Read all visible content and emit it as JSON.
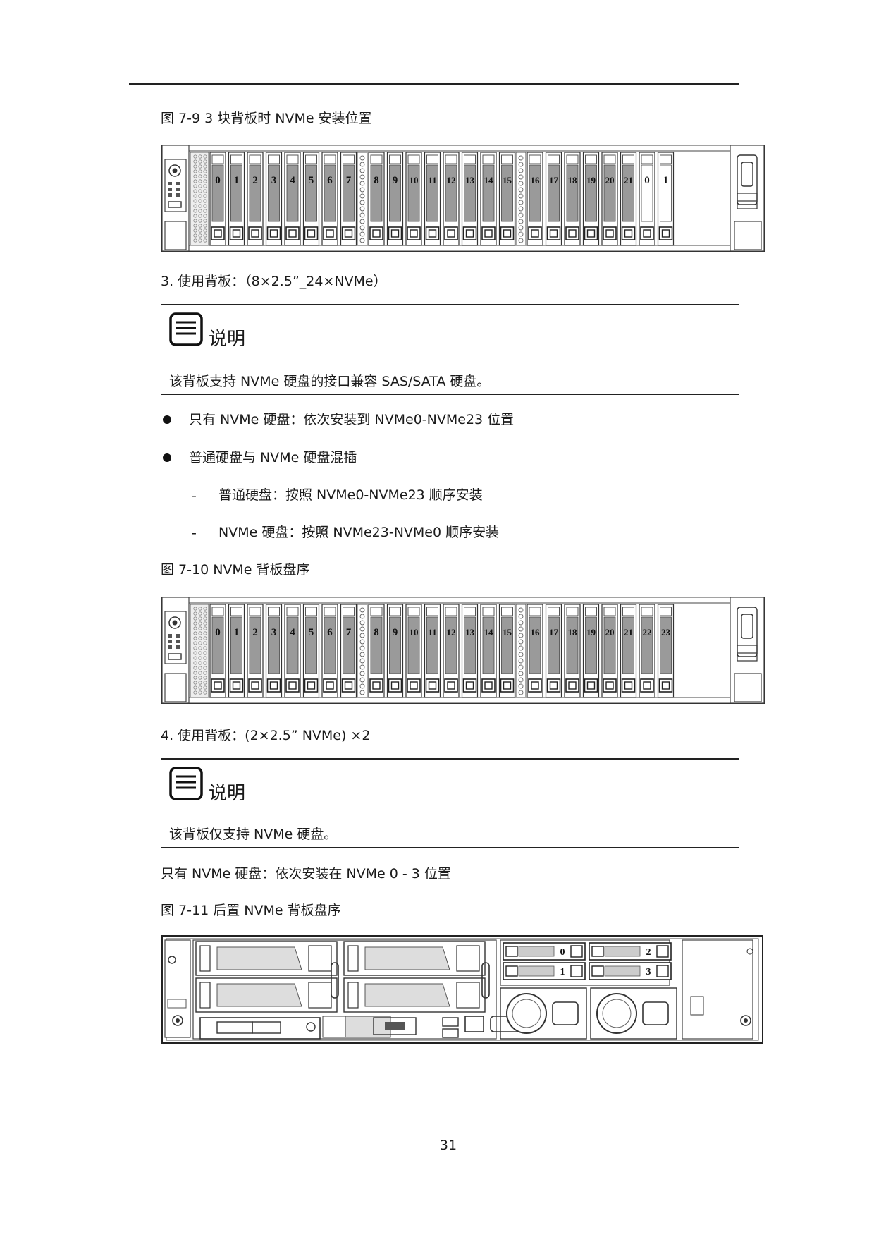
{
  "figure_1": {
    "caption": "图 7-9 3 块背板时 NVMe 安装位置",
    "bay_labels": [
      "0",
      "1",
      "2",
      "3",
      "4",
      "5",
      "6",
      "7",
      "8",
      "9",
      "10",
      "11",
      "12",
      "13",
      "14",
      "15",
      "16",
      "17",
      "18",
      "19",
      "20",
      "21",
      "0",
      "1"
    ],
    "highlighted_bays": [
      22,
      23
    ]
  },
  "section_3": {
    "heading": "3.    使用背板：（8×2.5”_24×NVMe）",
    "note_title": "说明",
    "note_text": "该背板支持 NVMe 硬盘的接口兼容 SAS/SATA 硬盘。",
    "bullets": [
      "只有 NVMe 硬盘：依次安装到 NVMe0-NVMe23 位置",
      "普通硬盘与 NVMe 硬盘混插"
    ],
    "sub_items": [
      "普通硬盘：按照 NVMe0-NVMe23 顺序安装",
      "NVMe 硬盘：按照 NVMe23-NVMe0 顺序安装"
    ],
    "dash": "-"
  },
  "figure_2": {
    "caption": "图  7-10 NVMe 背板盘序",
    "bay_labels": [
      "0",
      "1",
      "2",
      "3",
      "4",
      "5",
      "6",
      "7",
      "8",
      "9",
      "10",
      "11",
      "12",
      "13",
      "14",
      "15",
      "16",
      "17",
      "18",
      "19",
      "20",
      "21",
      "22",
      "23"
    ]
  },
  "section_4": {
    "heading": "4.    使用背板：(2×2.5” NVMe) ×2",
    "note_title": "说明",
    "note_text": "该背板仅支持 NVMe 硬盘。",
    "line": "只有 NVMe 硬盘：依次安装在 NVMe 0 - 3 位置"
  },
  "figure_3": {
    "caption": "图  7-11  后置 NVMe 背板盘序",
    "rear_bay_labels": [
      "0",
      "1",
      "2",
      "3"
    ]
  },
  "page_number": "31",
  "colors": {
    "bay_fill": "#9a9a9a",
    "highlight_fill": "#ffffff",
    "line": "#222222"
  },
  "icons": {
    "note": "note-icon"
  }
}
